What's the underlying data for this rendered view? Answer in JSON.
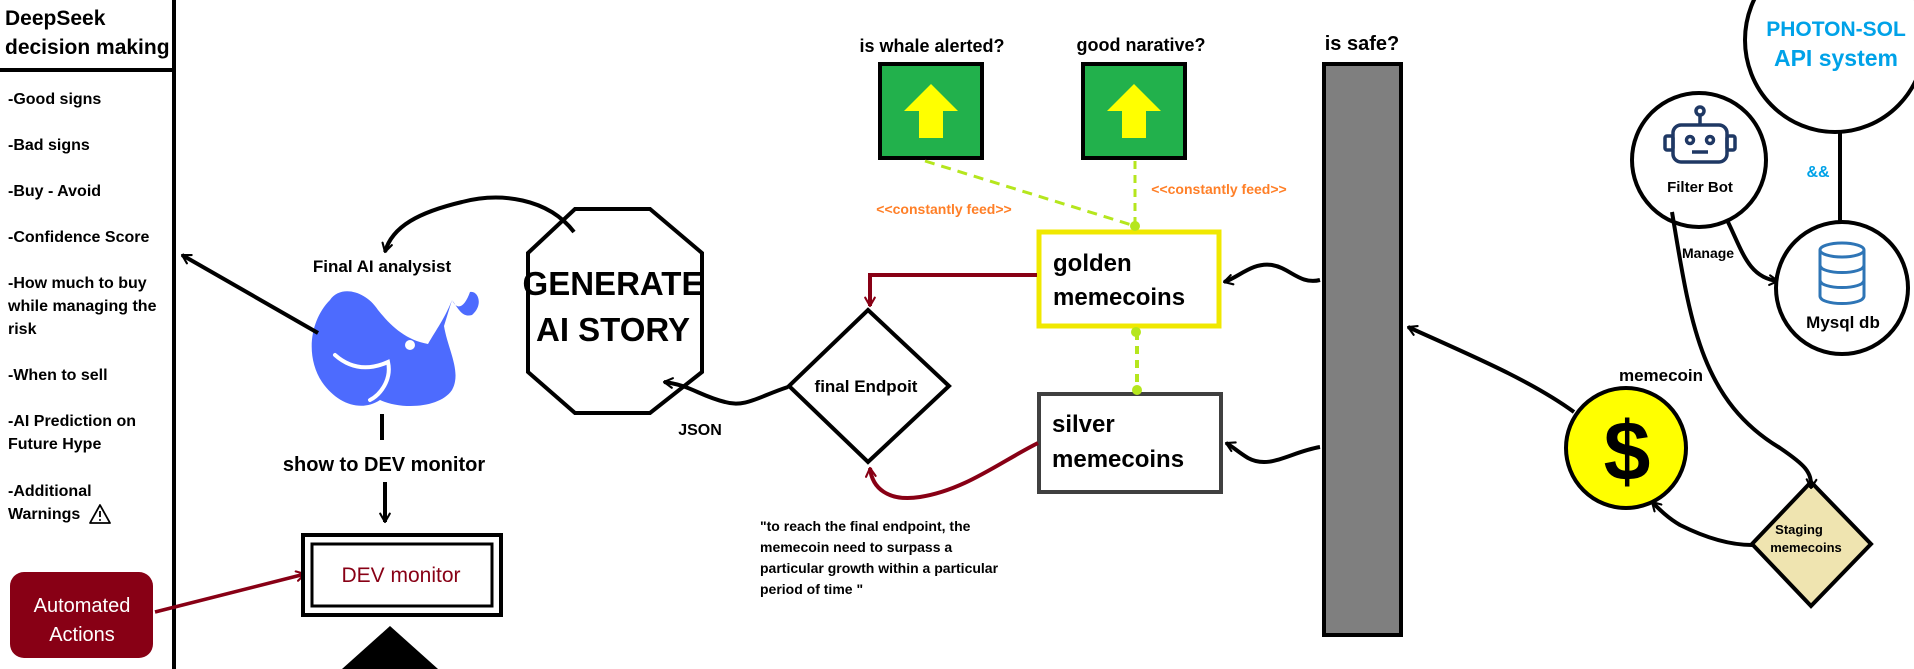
{
  "sidebar": {
    "title_line1": "DeepSeek",
    "title_line2": "decision making",
    "items": [
      [
        "-Good signs"
      ],
      [
        "-Bad signs"
      ],
      [
        "-Buy - Avoid"
      ],
      [
        "-Confidence Score"
      ],
      [
        "-How much to buy",
        "while managing the",
        "risk"
      ],
      [
        "-When to sell"
      ],
      [
        "-AI Prediction on",
        "Future Hype"
      ],
      [
        "-Additional",
        "Warnings"
      ]
    ],
    "automated_actions": [
      "Automated",
      "Actions"
    ]
  },
  "deepseek": {
    "label": "Final AI analysist",
    "show_label": "show to DEV monitor"
  },
  "dev_monitor": {
    "label": "DEV monitor"
  },
  "generate": {
    "line1": "GENERATE",
    "line2": "AI STORY"
  },
  "json_label": "JSON",
  "final_endpoint": {
    "label": "final Endpoit"
  },
  "endpoint_note": [
    "\"to reach the final endpoint, the",
    "memecoin need to surpass a",
    "particular growth within a particular",
    "period of time \""
  ],
  "golden": {
    "line1": "golden",
    "line2": "memecoins"
  },
  "silver": {
    "line1": "silver",
    "line2": "memecoins"
  },
  "whale": {
    "label": "is whale alerted?"
  },
  "narrative": {
    "label": "good narative?"
  },
  "feed_label_1": "<<constantly feed>>",
  "feed_label_2": "<<constantly feed>>",
  "safe": {
    "label": "is safe?"
  },
  "photon": {
    "line1": "PHOTON-SOL",
    "line2": "API system"
  },
  "and_label": "&&",
  "filter_bot": {
    "label": "Filter Bot"
  },
  "manage_label": "Manage",
  "mysql": {
    "label": "Mysql db"
  },
  "memecoin": {
    "label": "memecoin"
  },
  "staging": {
    "line1": "Staging",
    "line2": "memecoins"
  },
  "colors": {
    "golden_border": "#f0e800",
    "green_box": "#22b14c",
    "arrow_yellow": "#ffff00",
    "dashed_feed": "#b5e61d",
    "feed_text": "#ff7f27",
    "dark_red": "#880015",
    "safe_bar": "#7f7f7f",
    "photon_text": "#00a2e8",
    "staging_fill": "#efe4b0",
    "deepseek_blue": "#4d6bfe"
  }
}
